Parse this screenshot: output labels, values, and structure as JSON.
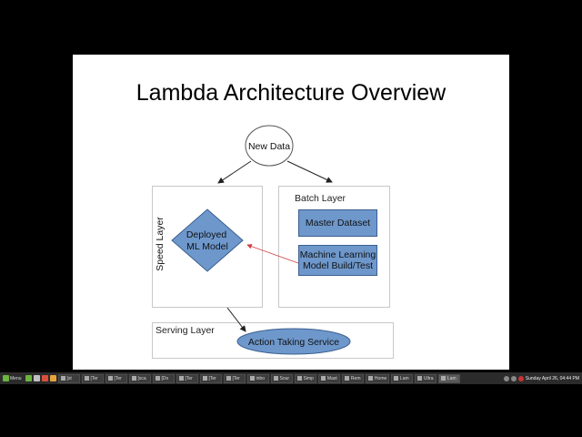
{
  "slide": {
    "title": "Lambda Architecture Overview",
    "new_data": "New Data",
    "speed_layer": {
      "label": "Speed Layer",
      "model_line1": "Deployed",
      "model_line2": "ML Model"
    },
    "batch_layer": {
      "label": "Batch Layer",
      "master_dataset": "Master Dataset",
      "ml_build_line1": "Machine Learning",
      "ml_build_line2": "Model Build/Test"
    },
    "serving_layer": {
      "label": "Serving Layer",
      "service": "Action Taking Service"
    },
    "colors": {
      "shape_fill": "#6e98cc",
      "shape_border": "#3b5f8f",
      "feedback_arrow": "#d04040",
      "background": "#000000"
    }
  },
  "taskbar": {
    "menu_label": "Menu",
    "tasks": [
      {
        "label": "[st",
        "active": false
      },
      {
        "label": "[Ter",
        "active": false
      },
      {
        "label": "[Ter",
        "active": false
      },
      {
        "label": "[sca",
        "active": false
      },
      {
        "label": "[Do",
        "active": false
      },
      {
        "label": "[Ter",
        "active": false
      },
      {
        "label": "[Ter",
        "active": false
      },
      {
        "label": "[Ter",
        "active": false
      },
      {
        "label": "inbo",
        "active": false
      },
      {
        "label": "Sour",
        "active": false
      },
      {
        "label": "Simp",
        "active": false
      },
      {
        "label": "Mast",
        "active": false
      },
      {
        "label": "Rem",
        "active": false
      },
      {
        "label": "Home",
        "active": false
      },
      {
        "label": "Lam",
        "active": false
      },
      {
        "label": "Ultra",
        "active": false
      },
      {
        "label": "Lam",
        "active": true
      }
    ],
    "clock": "Sunday April 26, 04:44 PM"
  }
}
